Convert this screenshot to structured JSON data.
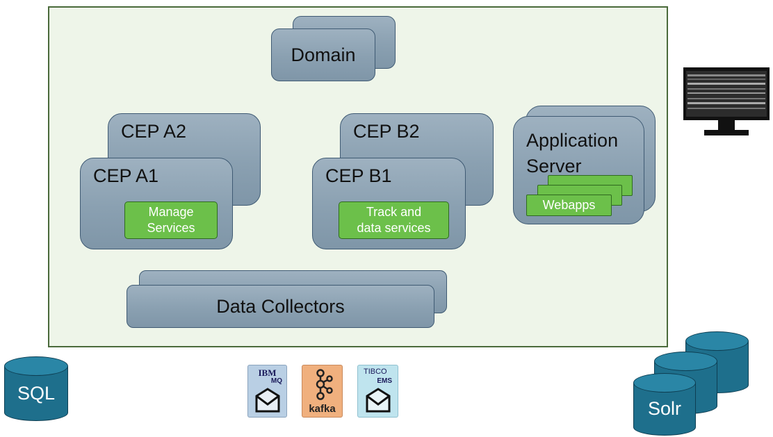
{
  "nodes": {
    "domain": "Domain",
    "cep_a2": "CEP A2",
    "cep_a1": "CEP A1",
    "cep_b2": "CEP B2",
    "cep_b1": "CEP B1",
    "app_server_line1": "Application",
    "app_server_line2": "Server",
    "data_collectors": "Data Collectors"
  },
  "services": {
    "manage_line1": "Manage",
    "manage_line2": "Services",
    "track_line1": "Track and",
    "track_line2": "data services",
    "webapps": "Webapps"
  },
  "datastores": {
    "sql": "SQL",
    "solr": "Solr"
  },
  "messaging": {
    "ibm_line1": "IBM",
    "ibm_line2": "MQ",
    "kafka": "kafka",
    "tibco_line1": "TIBCO",
    "tibco_line2": "EMS"
  },
  "colors": {
    "node_fill": "#8aa0b1",
    "service_fill": "#6cc04a",
    "frame_fill": "#eef5e9",
    "db_fill": "#1e6f8c"
  }
}
